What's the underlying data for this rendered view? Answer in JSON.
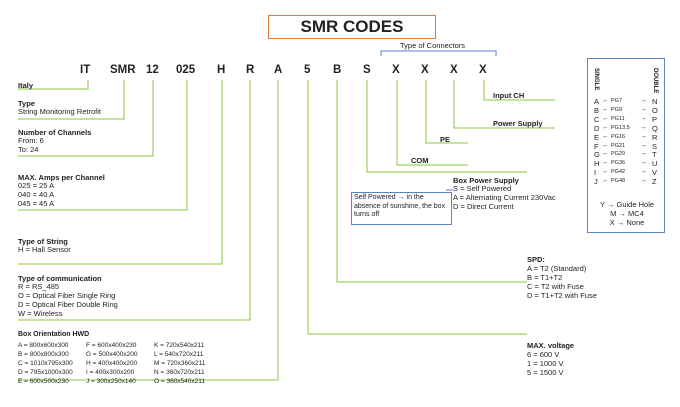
{
  "title": "SMR CODES",
  "connectors_header": "Type of Connectors",
  "code_parts": [
    "IT",
    "SMR",
    "12",
    "025",
    "H",
    "R",
    "A",
    "5",
    "B",
    "S",
    "X",
    "X",
    "X",
    "X"
  ],
  "fields": {
    "italy": {
      "label": "Italy"
    },
    "type": {
      "label": "Type",
      "values": [
        "String Monitoring Retrofit"
      ]
    },
    "channels": {
      "label": "Number of Channels",
      "values": [
        "From: 6",
        "To: 24"
      ]
    },
    "amps": {
      "label": "MAX. Amps per Channel",
      "values": [
        "025 = 25 A",
        "040 = 40 A",
        "045 = 45 A"
      ]
    },
    "string": {
      "label": "Type of String",
      "values": [
        "H = Hall Sensor"
      ]
    },
    "comm": {
      "label": "Type of communication",
      "values": [
        "R = RS_485",
        "O = Optical Fiber Single Ring",
        "D = Optical Fiber Double Ring",
        "W = Wireless"
      ]
    },
    "box": {
      "label": "Box Orientation HWD",
      "col1": [
        "A = 800x600x300",
        "B = 800x800x300",
        "C = 1010x795x300",
        "D = 795x1000x300",
        "E = 600x500x230"
      ],
      "col2": [
        "F = 600x400x230",
        "G = 500x400x200",
        "H = 400x400x200",
        "I = 400x300x200",
        "J = 300x250x140"
      ],
      "col3": [
        "K = 720x540x211",
        "L = 540x720x211",
        "M = 720x360x211",
        "N = 360x720x211",
        "O = 360x540x211"
      ]
    },
    "input_ch": {
      "label": "Input CH"
    },
    "power_supply": {
      "label": "Power Supply"
    },
    "pe": {
      "label": "PE"
    },
    "com": {
      "label": "COM"
    },
    "box_power": {
      "label": "Box Power Supply",
      "values": [
        "S = Self Powered",
        "A = Alternating Current 230Vac",
        "D = Direct Current"
      ]
    },
    "self_powered_note": "Self Powered → in the absence of sunshine, the box turns off",
    "spd": {
      "label": "SPD:",
      "values": [
        "A = T2 (Standard)",
        "B = T1+T2",
        "C = T2 with Fuse",
        "D = T1+T2 with Fuse"
      ]
    },
    "voltage": {
      "label": "MAX. voltage",
      "values": [
        "6 = 600 V",
        "1 = 1000 V",
        "5 = 1500 V"
      ]
    }
  },
  "connector_table": {
    "single_label": "SINGLE",
    "double_label": "DOUBLE",
    "rows": [
      {
        "s": "A",
        "c": "PG7",
        "d": "N"
      },
      {
        "s": "B",
        "c": "PG9",
        "d": "O"
      },
      {
        "s": "C",
        "c": "PG11",
        "d": "P"
      },
      {
        "s": "D",
        "c": "PG13,5",
        "d": "Q"
      },
      {
        "s": "E",
        "c": "PG16",
        "d": "R"
      },
      {
        "s": "F",
        "c": "PG21",
        "d": "S"
      },
      {
        "s": "G",
        "c": "PG29",
        "d": "T"
      },
      {
        "s": "H",
        "c": "PG36",
        "d": "U"
      },
      {
        "s": "I",
        "c": "PG42",
        "d": "V"
      },
      {
        "s": "J",
        "c": "PG48",
        "d": "Z"
      }
    ],
    "extras": [
      "Y → Guide Hole",
      "M → MC4",
      "X → None"
    ]
  },
  "colors": {
    "title_border": "#e07b39",
    "line": "#8dc63f",
    "header_line": "#5b86b8"
  }
}
